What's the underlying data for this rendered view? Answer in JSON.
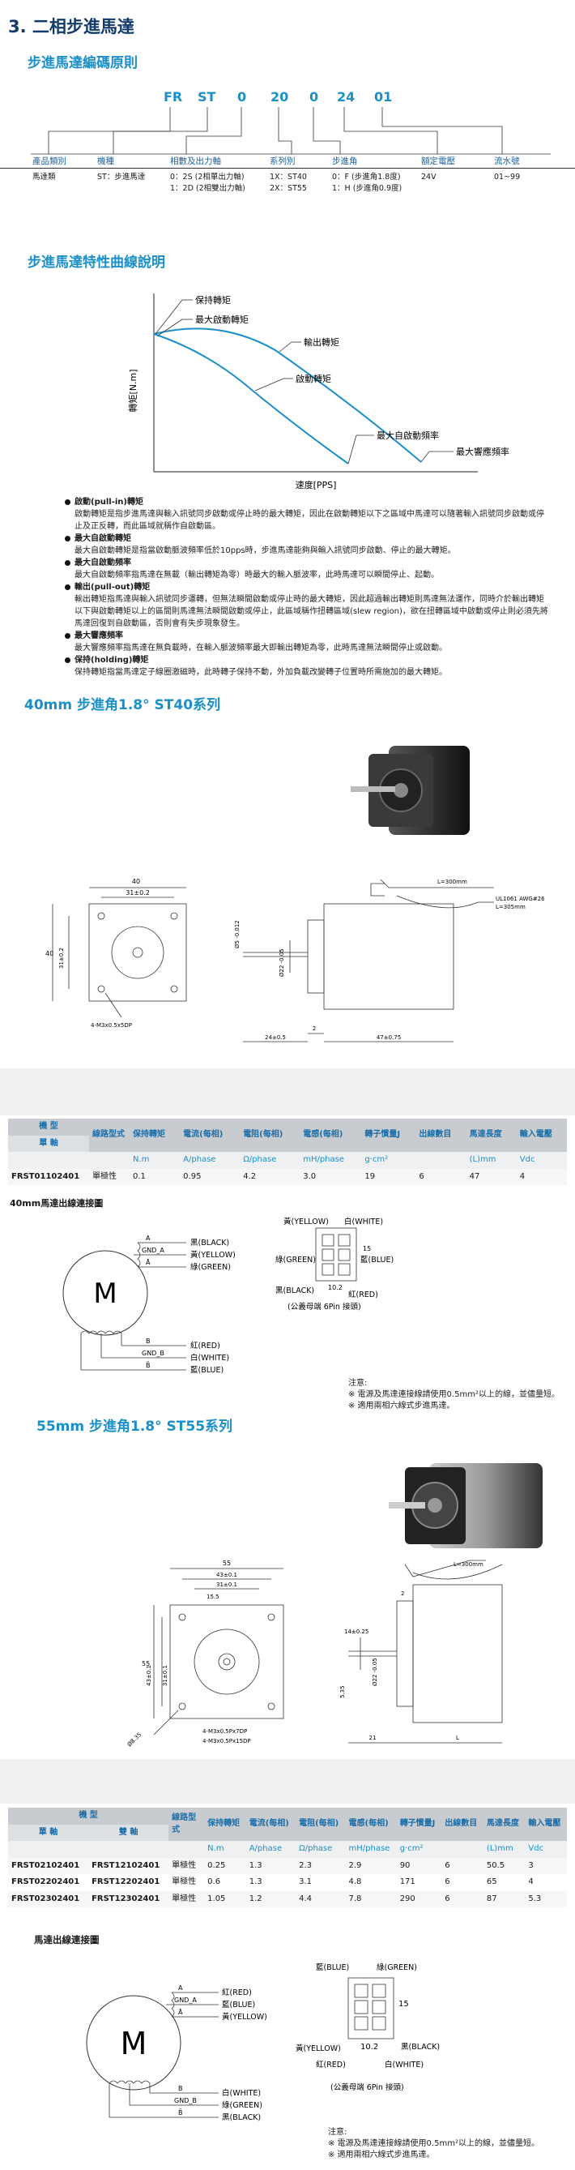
{
  "main_title": "3. 二相步進馬達",
  "coding": {
    "title": "步進馬達編碼原則",
    "code_parts": [
      "FR",
      "ST",
      "0",
      "20",
      "0",
      "24",
      "01"
    ],
    "headers": [
      "產品類別",
      "機種",
      "相數及出力軸",
      "系列別",
      "步進角",
      "額定電壓",
      "流水號"
    ],
    "cells": {
      "category": "馬達類",
      "model": "ST：步進馬達",
      "phase1": "0：2S (2相單出力軸)",
      "phase2": "1：2D (2相雙出力軸)",
      "series1": "1X：ST40",
      "series2": "2X：ST55",
      "step1": "0：F (步進角1.8度)",
      "step2": "1：H (步進角0.9度)",
      "voltage": "24V",
      "serial": "01~99"
    }
  },
  "curve": {
    "title": "步進馬達特性曲線說明",
    "ylabel": "轉矩[N.m]",
    "xlabel": "速度[PPS]",
    "labels": [
      "保持轉矩",
      "最大啟動轉矩",
      "輸出轉矩",
      "啟動轉矩",
      "最大自啟動頻率",
      "最大響應頻率"
    ]
  },
  "definitions": [
    {
      "title": "啟動(pull-in)轉矩",
      "desc": "啟動轉矩是指步進馬達與輸入訊號同步啟動或停止時的最大轉矩，因此在啟動轉矩以下之區域中馬達可以隨著輸入訊號同步啟動或停止及正反轉，而此區域就稱作自啟動區。"
    },
    {
      "title": "最大自啟動轉矩",
      "desc": "最大自啟動轉矩是指當啟動脈波頻率低於10pps時，步進馬達能夠與輸入訊號同步啟動、停止的最大轉矩。"
    },
    {
      "title": "最大自啟動頻率",
      "desc": "最大自啟動頻率指馬達在無載（輸出轉矩為零）時最大的輸入脈波率，此時馬達可以瞬間停止、起動。"
    },
    {
      "title": "輸出(pull-out)轉矩",
      "desc": "輸出轉矩指馬達與輸入訊號同步運轉，但無法瞬間啟動或停止時的最大轉矩，因此超過輸出轉矩則馬達無法運作，同時介於輸出轉矩以下與啟動轉矩以上的區間則馬達無法瞬間啟動或停止，此區域稱作扭轉區域(slew region)，欲在扭轉區域中啟動或停止則必須先將馬達回復到自啟動區，否則會有失步現象發生。"
    },
    {
      "title": "最大響應頻率",
      "desc": "最大響應頻率指馬達在無負載時，在輸入脈波頻率最大即輸出轉矩為零，此時馬達無法瞬間停止或啟動。"
    },
    {
      "title": "保持(holding)轉矩",
      "desc": "保持轉矩指當馬達定子線圈激磁時，此時轉子保持不動，外加負載改變轉子位置時所需施加的最大轉矩。"
    }
  ],
  "st40": {
    "title": "40mm 步進角1.8° ST40系列",
    "dims": {
      "w": "40",
      "hole": "31±0.2",
      "h": "40",
      "hole_v": "31±0.2",
      "bolt": "4-M3x0.5x5DP",
      "shaft": "Ø5 -0.012",
      "boss": "Ø22 -0.05",
      "len1": "24±0.5",
      "len2": "47±0.75",
      "shaft_step": "2",
      "cable": "L=300mm",
      "wire": "UL1061 AWG#26",
      "wire_len": "L=305mm"
    },
    "table": {
      "h_model": "機 型",
      "h_single": "單 軸",
      "h_wiring": "線路型式",
      "cols": [
        "保持轉矩",
        "電流(每相)",
        "電阻(每相)",
        "電感(每相)",
        "轉子慣量J",
        "出線數目",
        "馬達長度",
        "輸入電壓"
      ],
      "units": [
        "N.m",
        "A/phase",
        "Ω/phase",
        "mH/phase",
        "g·cm²",
        "",
        "(L)mm",
        "Vdc"
      ],
      "rows": [
        [
          "FRST01102401",
          "單極性",
          "0.1",
          "0.95",
          "4.2",
          "3.0",
          "19",
          "6",
          "47",
          "4"
        ]
      ]
    },
    "wiring_title": "40mm馬達出線連接圖",
    "motor": "M",
    "pins_top": [
      "A",
      "GND_A",
      "Ā"
    ],
    "pins_bot": [
      "B",
      "GND_B",
      "B̄"
    ],
    "colors_top": [
      "黑(BLACK)",
      "黃(YELLOW)",
      "綠(GREEN)"
    ],
    "colors_bot": [
      "紅(RED)",
      "白(WHITE)",
      "藍(BLUE)"
    ],
    "conn": {
      "yellow": "黃(YELLOW)",
      "white": "白(WHITE)",
      "green": "綠(GREEN)",
      "blue": "藍(BLUE)",
      "black": "黑(BLACK)",
      "red": "紅(RED)",
      "d1": "15",
      "d2": "10.2",
      "caption": "(公義母端 6Pin 接頭)"
    },
    "note_title": "注意:",
    "notes": [
      "※ 電源及馬達連接線請使用0.5mm²以上的線，並儘量短。",
      "※ 適用兩相六線式步進馬達。"
    ]
  },
  "st55": {
    "title": "55mm 步進角1.8° ST55系列",
    "dims": {
      "w": "55",
      "w2": "43±0.1",
      "hole": "31±0.1",
      "c": "15.5",
      "h": "55",
      "hv": "43±0.1",
      "hv2": "31±0.1",
      "pcd": "Ø8.35",
      "bolt1": "4-M3x0.5Px7DP",
      "bolt2": "4-M3x0.5Px15DP",
      "shaft_len": "2",
      "flat": "14±0.25",
      "boss": "Ø22 -0.05",
      "shaft_d": "5.35",
      "len1": "21",
      "len2": "L",
      "cable": "L=300mm"
    },
    "table": {
      "h_model": "機 型",
      "h_single": "單 軸",
      "h_double": "雙 軸",
      "h_wiring": "線路型式",
      "cols": [
        "保持轉矩",
        "電流(每相)",
        "電阻(每相)",
        "電感(每相)",
        "轉子慣量J",
        "出線數目",
        "馬達長度",
        "輸入電壓"
      ],
      "units": [
        "N.m",
        "A/phase",
        "Ω/phase",
        "mH/phase",
        "g·cm²",
        "",
        "(L)mm",
        "Vdc"
      ],
      "rows": [
        [
          "FRST02102401",
          "FRST12102401",
          "單極性",
          "0.25",
          "1.3",
          "2.3",
          "2.9",
          "90",
          "6",
          "50.5",
          "3"
        ],
        [
          "FRST02202401",
          "FRST12202401",
          "單極性",
          "0.6",
          "1.3",
          "3.1",
          "4.8",
          "171",
          "6",
          "65",
          "4"
        ],
        [
          "FRST02302401",
          "FRST12302401",
          "單極性",
          "1.05",
          "1.2",
          "4.4",
          "7.8",
          "290",
          "6",
          "87",
          "5.3"
        ]
      ]
    },
    "wiring_title": "馬達出線連接圖",
    "motor": "M",
    "pins_top": [
      "A",
      "GND_A",
      "Ā"
    ],
    "pins_bot": [
      "B",
      "GND_B",
      "B̄"
    ],
    "colors_top": [
      "紅(RED)",
      "藍(BLUE)",
      "黃(YELLOW)"
    ],
    "colors_bot": [
      "白(WHITE)",
      "綠(GREEN)",
      "黑(BLACK)"
    ],
    "conn": {
      "blue": "藍(BLUE)",
      "green": "綠(GREEN)",
      "yellow": "黃(YELLOW)",
      "black": "黑(BLACK)",
      "red": "紅(RED)",
      "white": "白(WHITE)",
      "d1": "15",
      "d2": "10.2",
      "caption": "(公義母端 6Pin 接頭)"
    },
    "note_title": "注意:",
    "notes": [
      "※ 電源及馬達連接線請使用0.5mm²以上的線，並儘量短。",
      "※ 適用兩相六線式步進馬達。"
    ]
  }
}
